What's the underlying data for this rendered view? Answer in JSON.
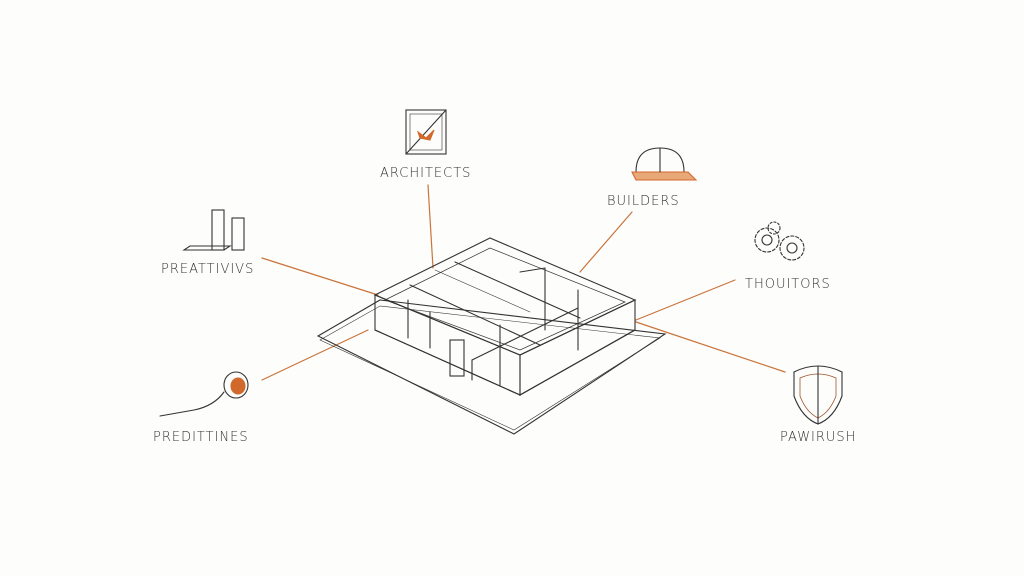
{
  "labels": {
    "architects": "ARCHITECTS",
    "builders": "BUILDERS",
    "preattivivs": "PREATTIVIVS",
    "thouitors": "THOUITORS",
    "predittines": "PREDITTINES",
    "pawirush": "PAWIRUSH"
  },
  "colors": {
    "accent": "#d2692c",
    "ink": "#333333"
  }
}
